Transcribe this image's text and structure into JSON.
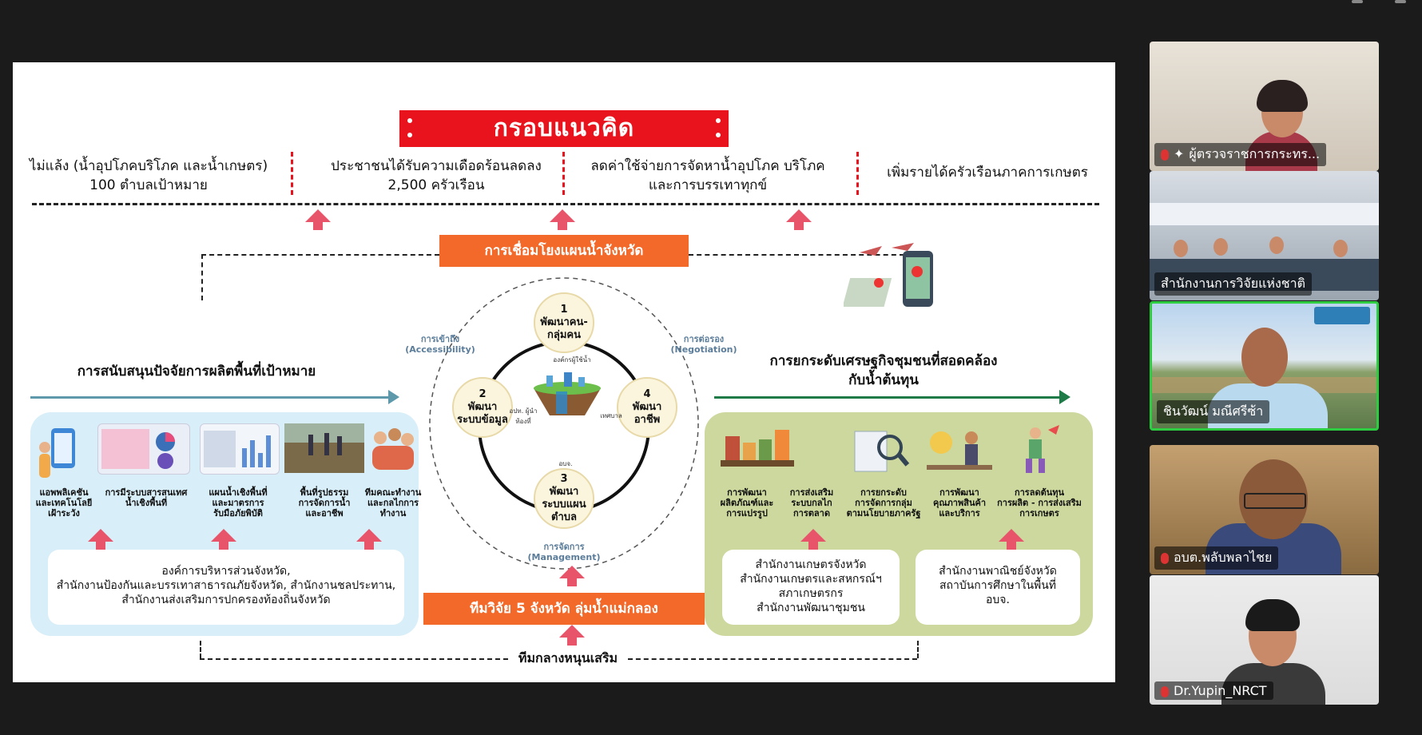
{
  "slide": {
    "title": "กรอบแนวคิด",
    "goals": [
      {
        "line1": "ไม่แล้ง (น้ำอุปโภคบริโภค และน้ำเกษตร)",
        "line2": "100 ตำบลเป้าหมาย"
      },
      {
        "line1": "ประชาชนได้รับความเดือดร้อนลดลง",
        "line2": "2,500 ครัวเรือน"
      },
      {
        "line1": "ลดค่าใช้จ่ายการจัดหาน้ำอุปโภค บริโภค",
        "line2": "และการบรรเทาทุกข์"
      },
      {
        "line1": "เพิ่มรายได้ครัวเรือนภาคการเกษตร",
        "line2": ""
      }
    ],
    "link_bar": "การเชื่อมโยงแผนน้ำจังหวัด",
    "left_title": "การสนับสนุนปัจจัยการผลิตพื้นที่เป้าหมาย",
    "right_title_1": "การยกระดับเศรษฐกิจชุมชนที่สอดคล้อง",
    "right_title_2": "กับน้ำต้นทุน",
    "left_items": [
      {
        "line1": "แอพพลิเคชัน",
        "line2": "และเทคโนโลยี",
        "line3": "เฝ้าระวัง"
      },
      {
        "line1": "การมีระบบสารสนเทศ",
        "line2": "น้ำเชิงพื้นที่",
        "line3": ""
      },
      {
        "line1": "แผนน้ำเชิงพื้นที่",
        "line2": "และมาตรการ",
        "line3": "รับมือภัยพิบัติ"
      },
      {
        "line1": "พื้นที่รูปธรรม",
        "line2": "การจัดการน้ำ",
        "line3": "และอาชีพ"
      },
      {
        "line1": "ทีมคณะทำงาน",
        "line2": "และกลไกการ",
        "line3": "ทำงาน"
      }
    ],
    "left_box": {
      "line1": "องค์การบริหารส่วนจังหวัด,",
      "line2": "สำนักงานป้องกันและบรรเทาสาธารณภัยจังหวัด, สำนักงานชลประทาน,",
      "line3": "สำนักงานส่งเสริมการปกครองท้องถิ่นจังหวัด"
    },
    "right_items": [
      {
        "line1": "การพัฒนา",
        "line2": "ผลิตภัณฑ์และ",
        "line3": "การแปรรูป"
      },
      {
        "line1": "การส่งเสริม",
        "line2": "ระบบกลไก",
        "line3": "การตลาด"
      },
      {
        "line1": "การยกระดับ",
        "line2": "การจัดการกลุ่ม",
        "line3": "ตามนโยบายภาครัฐ"
      },
      {
        "line1": "การพัฒนา",
        "line2": "คุณภาพสินค้า",
        "line3": "และบริการ"
      },
      {
        "line1": "การลดต้นทุน",
        "line2": "การผลิต - การส่งเสริม",
        "line3": "การเกษตร"
      }
    ],
    "right_box_1": {
      "line1": "สำนักงานเกษตรจังหวัด",
      "line2": "สำนักงานเกษตรและสหกรณ์ฯ",
      "line3": "สภาเกษตรกร",
      "line4": "สำนักงานพัฒนาชุมชน"
    },
    "right_box_2": {
      "line1": "สำนักงานพาณิชย์จังหวัด",
      "line2": "สถาบันการศึกษาในพื้นที่",
      "line3": "อบจ."
    },
    "cycle": {
      "n1": {
        "num": "1",
        "line1": "พัฒนาคน-",
        "line2": "กลุ่มคน"
      },
      "n2": {
        "num": "2",
        "line1": "พัฒนา",
        "line2": "ระบบข้อมูล"
      },
      "n3": {
        "num": "3",
        "line1": "พัฒนา",
        "line2": "ระบบแผน",
        "line3": "ตำบล"
      },
      "n4": {
        "num": "4",
        "line1": "พัฒนา",
        "line2": "อาชีพ"
      },
      "org_user": "องค์กรผู้ใช้น้ำ",
      "local": "อปท. ผู้นำ",
      "local2": "ท้องที่",
      "municipal": "เทศบาล",
      "obj": "อบจ.",
      "access_th": "การเข้าถึง",
      "access_en": "(Accessibility)",
      "nego_th": "การต่อรอง",
      "nego_en": "(Negotiation)",
      "mgmt_th": "การจัดการ",
      "mgmt_en": "(Management)"
    },
    "research_bar": "ทีมวิจัย 5 จังหวัด ลุ่มน้ำแม่กลอง",
    "support_team": "ทีมกลางหนุนเสริม"
  },
  "participants": [
    {
      "name": "ผู้ตรวจราชการกระทร...",
      "muted": true,
      "pinned": true
    },
    {
      "name": "สำนักงานการวิจัยแห่งชาติ",
      "muted": false,
      "pinned": false
    },
    {
      "name": "ชินวัฒน์ มณีศรีซ้า",
      "muted": false,
      "pinned": false,
      "active": true
    },
    {
      "name": "อบต.พลับพลาไชย",
      "muted": true,
      "pinned": false
    },
    {
      "name": "Dr.Yupin_NRCT",
      "muted": true,
      "pinned": false
    }
  ],
  "colors": {
    "red": "#e8131c",
    "orange": "#f2692a",
    "left_panel": "#d8eef9",
    "right_panel": "#ccd89e",
    "active_border": "#2ecc40"
  }
}
